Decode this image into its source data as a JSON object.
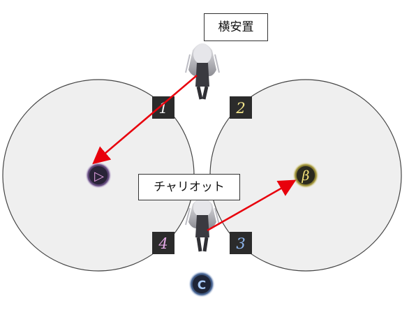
{
  "labels": {
    "top": "横安置",
    "middle": "チャリオット"
  },
  "tiles": [
    {
      "id": "1",
      "glyph": "1",
      "color": "#f2f2f2"
    },
    {
      "id": "2",
      "glyph": "2",
      "color": "#f2e48a"
    },
    {
      "id": "3",
      "glyph": "3",
      "color": "#8fb8f0"
    },
    {
      "id": "4",
      "glyph": "4",
      "color": "#e4a9e6"
    }
  ],
  "markers": [
    {
      "id": "west",
      "symbol": "▷",
      "color": "#e6a2e6"
    },
    {
      "id": "east",
      "symbol": "β",
      "color": "#f4e27a"
    },
    {
      "id": "south",
      "symbol": "C",
      "color": "#a7c8f4"
    }
  ],
  "colors": {
    "arena_fill": "#efefef",
    "arena_stroke": "#444444",
    "arrow": "#e8000c",
    "tile_bg": "#2b2b2b"
  }
}
